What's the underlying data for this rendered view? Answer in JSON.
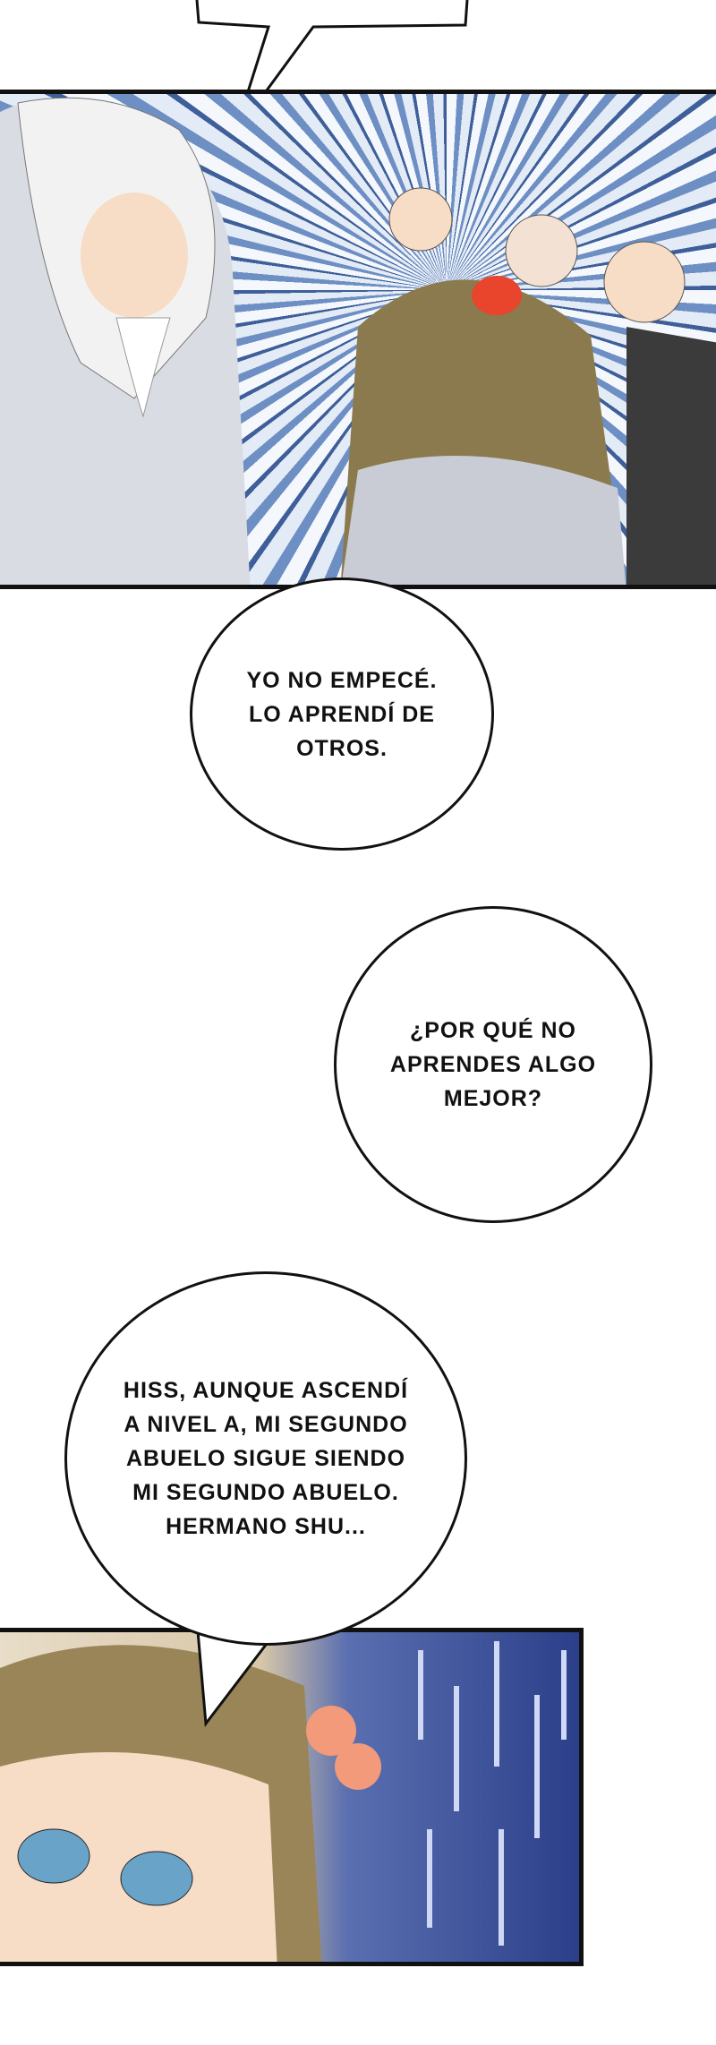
{
  "panels": [
    {
      "name": "elder-punch-panel"
    },
    {
      "name": "pained-youth-panel"
    }
  ],
  "bubbles": [
    {
      "text": "YO NO EMPECÉ.\nLO APRENDÍ DE\nOTROS."
    },
    {
      "text": "¿POR QUÉ NO\nAPRENDES ALGO\nMEJOR?"
    },
    {
      "text": "HISS, AUNQUE ASCENDÍ\nA NIVEL A, MI SEGUNDO\nABUELO SIGUE SIENDO\nMI SEGUNDO ABUELO.\nHERMANO SHU..."
    }
  ],
  "colors": {
    "ink": "#111111",
    "speedline_blue": "#3e5f9a",
    "hair_brown": "#8a7a4e",
    "bump_red": "#e8452c"
  }
}
